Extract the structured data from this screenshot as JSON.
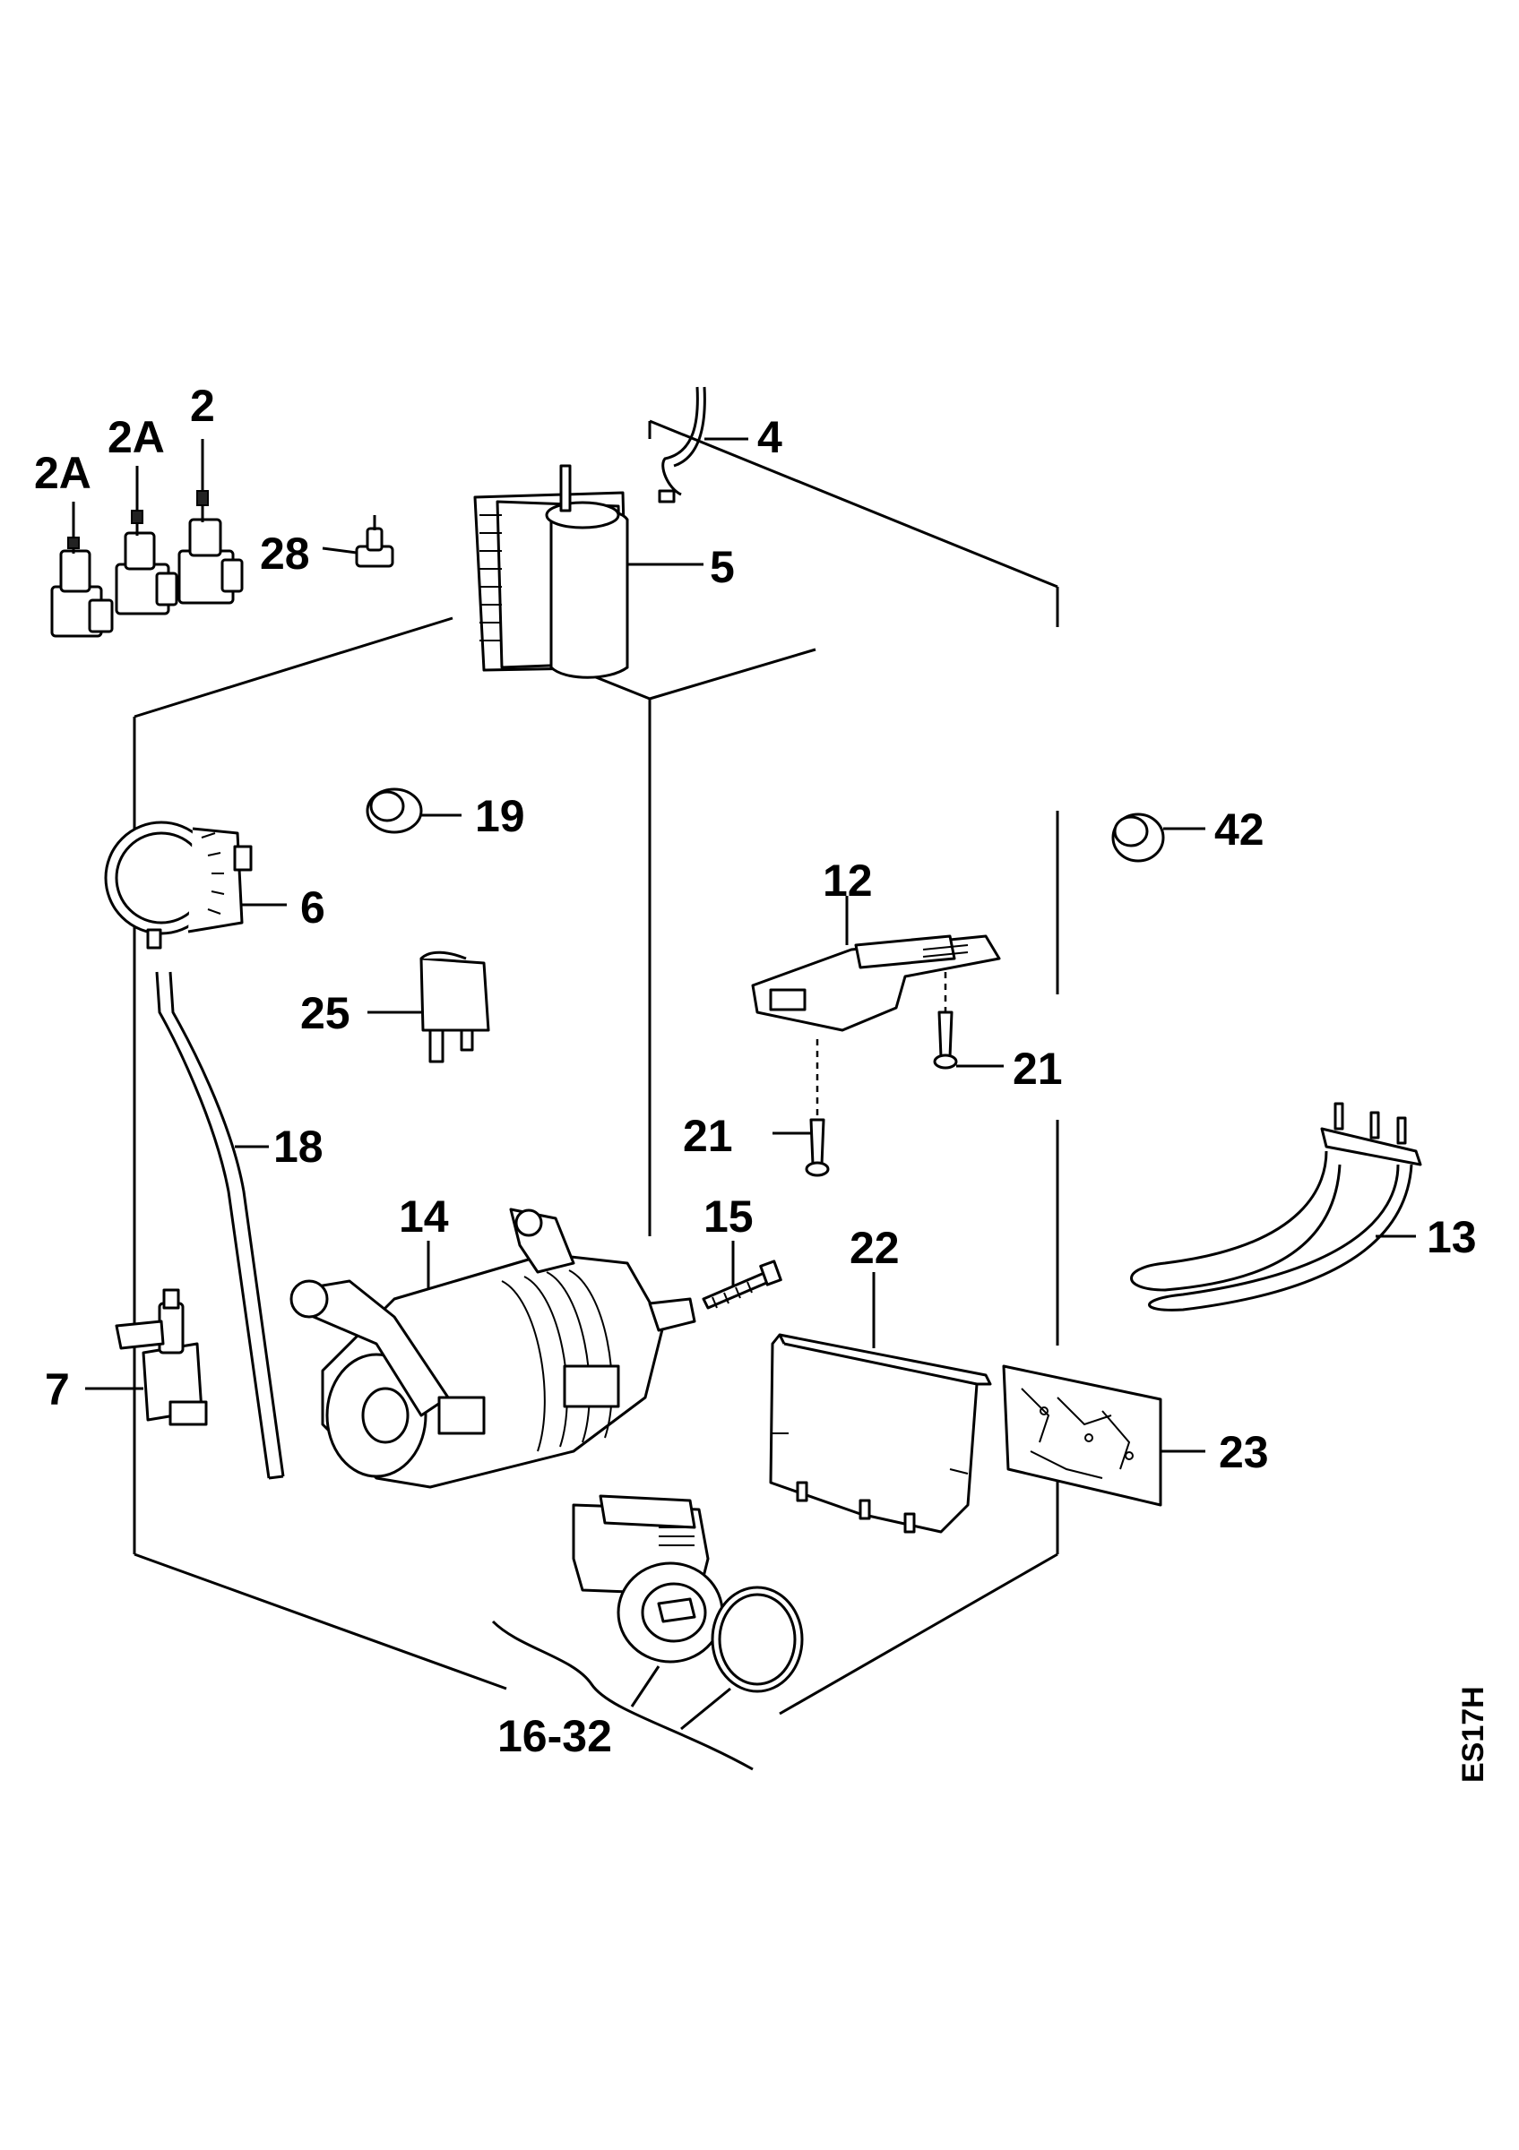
{
  "diagram": {
    "drawing_code": "ES17H",
    "callouts": {
      "p2": "2",
      "p2a_left": "2A",
      "p2a_mid": "2A",
      "p4": "4",
      "p5": "5",
      "p6": "6",
      "p7": "7",
      "p12": "12",
      "p13": "13",
      "p14": "14",
      "p15": "15",
      "p16_32": "16-32",
      "p18": "18",
      "p19": "19",
      "p21_upper": "21",
      "p21_lower": "21",
      "p22": "22",
      "p23": "23",
      "p25": "25",
      "p28": "28",
      "p42": "42"
    }
  }
}
